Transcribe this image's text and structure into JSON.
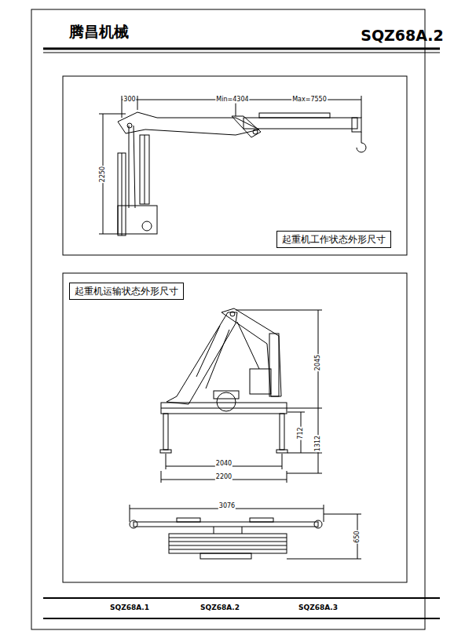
{
  "diagram": {
    "title": "腾昌机械",
    "nodes": [
      {
        "text": [
          "起重机工作状态外形尺寸"
        ]
      },
      {
        "text": [
          "起重机运输状态外形尺寸"
        ]
      }
    ],
    "labels": [
      "SQZ68A.2",
      "300",
      "Min=4304",
      "Max=7550",
      "2250",
      "2045",
      "712",
      "1312",
      "2040",
      "2200",
      "3076",
      "650",
      "SQZ68A.1",
      "SQZ68A.2",
      "SQZ68A.3"
    ]
  }
}
